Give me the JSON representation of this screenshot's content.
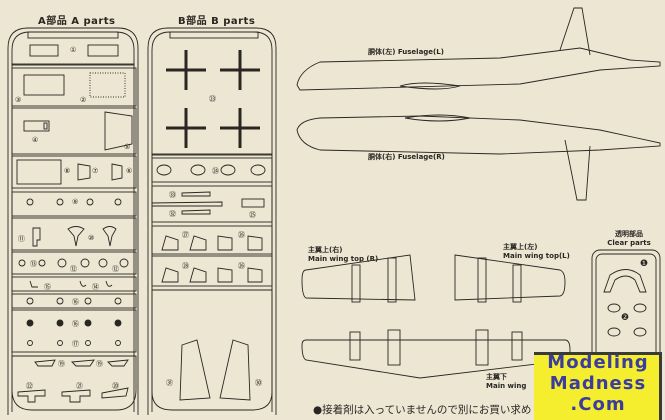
{
  "sprue_a": {
    "title": "A部品 A parts",
    "part_numbers": [
      "①",
      "②",
      "③",
      "④",
      "⑤",
      "⑥",
      "⑦",
      "⑧",
      "⑨",
      "⑩",
      "⑪",
      "⑫",
      "⑫",
      "⑬",
      "⑭",
      "⑮",
      "⑯",
      "⑯",
      "⑰",
      "⑲",
      "⑲",
      "⑳",
      "㉑",
      "㉒"
    ]
  },
  "sprue_b": {
    "title": "B部品 B parts",
    "part_numbers": [
      "㉓",
      "㉔",
      "㉝",
      "㉜",
      "㉕",
      "㉗",
      "㉖",
      "㉘",
      "㉖",
      "㉛",
      "㉚"
    ]
  },
  "fuselage": {
    "left_label": "胴体(左) Fuselage(L)",
    "right_label": "胴体(右) Fuselage(R)"
  },
  "wings": {
    "top_right_jp": "主翼上(右)",
    "top_right_en": "Main wing top (R)",
    "top_left_jp": "主翼上(左)",
    "top_left_en": "Main wing top(L)",
    "bottom_jp": "主翼下",
    "bottom_en": "Main wing"
  },
  "clear_parts": {
    "title_jp": "透明部品",
    "title_en": "Clear parts",
    "part_numbers": [
      "❶",
      "❷"
    ]
  },
  "footer_note": "●接着剤は入っていませんので別にお買い求め",
  "watermark": {
    "line1": "Modeling",
    "line2": "Madness",
    "line3": ".Com"
  },
  "colors": {
    "paper": "#ece6d3",
    "ink": "#2a2622",
    "logo_bg": "#f4ee2e",
    "logo_text": "#3b3c9e"
  }
}
